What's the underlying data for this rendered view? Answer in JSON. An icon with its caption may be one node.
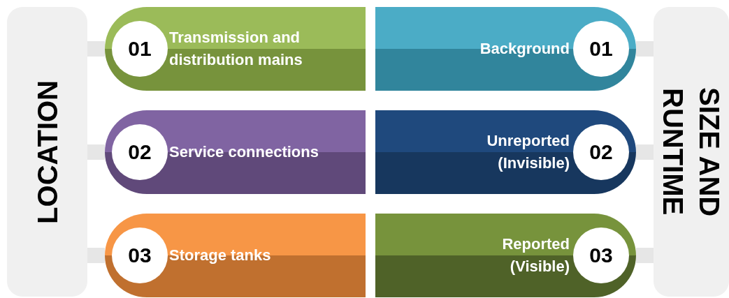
{
  "diagram": {
    "nodes": [
      {
        "text": [
          "LOCATION"
        ]
      },
      {
        "text": [
          "01",
          "Transmission and distribution mains"
        ]
      },
      {
        "text": [
          "02",
          "Service connections"
        ]
      },
      {
        "text": [
          "03",
          "Storage tanks"
        ]
      },
      {
        "text": [
          "SIZE AND RUNTIME"
        ]
      },
      {
        "text": [
          "Background",
          "01"
        ]
      },
      {
        "text": [
          "Unreported (Invisible)",
          "02"
        ]
      },
      {
        "text": [
          "Reported (Visible)",
          "03"
        ]
      }
    ],
    "edges": [
      {
        "from": 0,
        "to": 1,
        "arrow": "none"
      },
      {
        "from": 0,
        "to": 2,
        "arrow": "none"
      },
      {
        "from": 0,
        "to": 3,
        "arrow": "none"
      },
      {
        "from": 4,
        "to": 5,
        "arrow": "none"
      },
      {
        "from": 4,
        "to": 6,
        "arrow": "none"
      },
      {
        "from": 4,
        "to": 7,
        "arrow": "none"
      }
    ]
  }
}
